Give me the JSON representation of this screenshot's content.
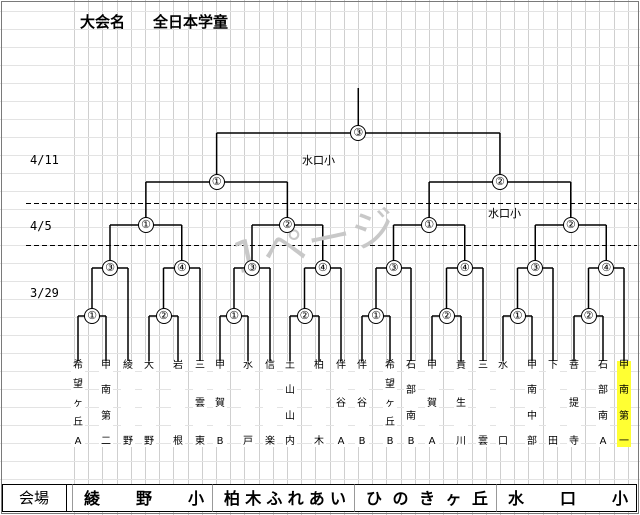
{
  "meta": {
    "label": "大会名",
    "value": "全日本学童"
  },
  "dates": {
    "final": "4/11",
    "semi": "4/5",
    "first": "3/29"
  },
  "watermark": "1ページ",
  "badges": {
    "top": "③",
    "half_left": "①",
    "half_right": "②",
    "q1": "①",
    "q2": "②",
    "q3": "①",
    "q4": "②",
    "r1": "③",
    "r2": "④",
    "r3": "③",
    "r4": "④",
    "r5": "③",
    "r6": "④",
    "r7": "③",
    "r8": "④",
    "s1": "①",
    "s2": "②",
    "s3": "①",
    "s4": "②",
    "s5": "①",
    "s6": "②",
    "s7": "①",
    "s8": "②"
  },
  "winners": {
    "top": "水口小",
    "half_right": "水口小"
  },
  "teams": [
    [
      "希",
      "望",
      "ヶ",
      "丘",
      "A"
    ],
    [
      "甲",
      "南",
      "第",
      "二"
    ],
    [
      "綾",
      "野"
    ],
    [
      "大",
      "野"
    ],
    [
      "岩",
      "根"
    ],
    [
      "三",
      "雲",
      "東"
    ],
    [
      "甲",
      "賀",
      "B"
    ],
    [
      "水",
      "戸"
    ],
    [
      "信",
      "楽"
    ],
    [
      "土",
      "山",
      "山",
      "内"
    ],
    [
      "柏",
      "木"
    ],
    [
      "伴",
      "谷",
      "A"
    ],
    [
      "伴",
      "谷",
      "B"
    ],
    [
      "希",
      "望",
      "ヶ",
      "丘",
      "B"
    ],
    [
      "石",
      "部",
      "南",
      "B"
    ],
    [
      "甲",
      "賀",
      "A"
    ],
    [
      "貴",
      "生",
      "川"
    ],
    [
      "三",
      "雲"
    ],
    [
      "水",
      "口"
    ],
    [
      "甲",
      "南",
      "中",
      "部"
    ],
    [
      "下",
      "田"
    ],
    [
      "菩",
      "提",
      "寺"
    ],
    [
      "石",
      "部",
      "南",
      "A"
    ],
    [
      "甲",
      "南",
      "第",
      "一"
    ]
  ],
  "venue": {
    "label": "会場",
    "names": [
      [
        "綾",
        "野",
        "小"
      ],
      [
        "柏",
        "木",
        "ふ",
        "れ",
        "あ",
        "い"
      ],
      [
        "ひ",
        "の",
        "き",
        "ヶ",
        "丘"
      ],
      [
        "水",
        "口",
        "小"
      ]
    ]
  }
}
